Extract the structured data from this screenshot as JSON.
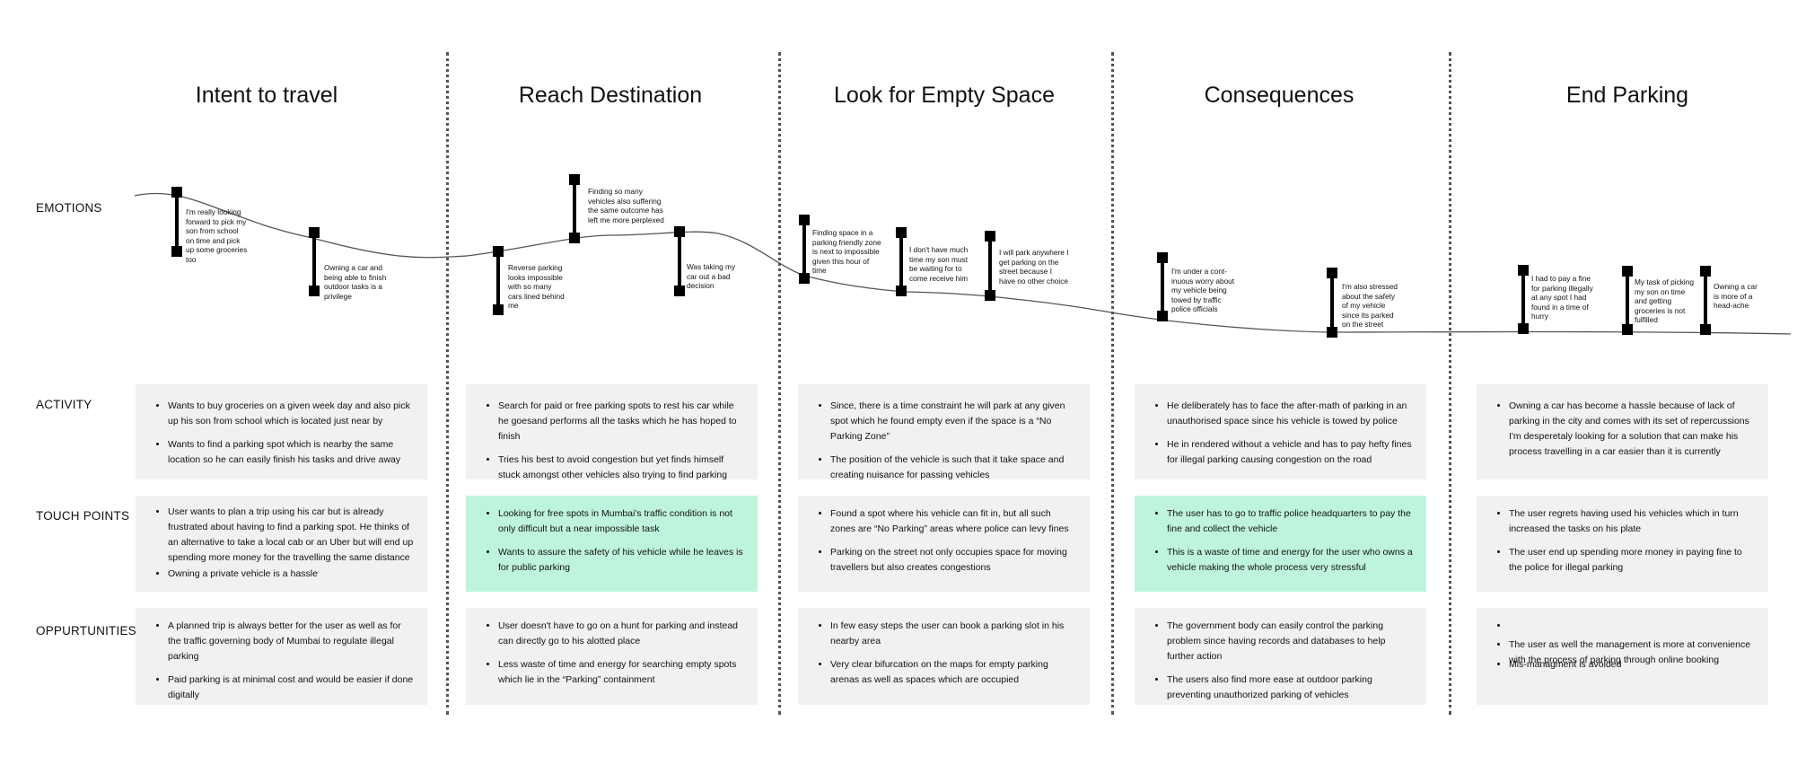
{
  "stages": [
    {
      "title": "Intent to travel"
    },
    {
      "title": "Reach Destination"
    },
    {
      "title": "Look for Empty Space"
    },
    {
      "title": "Consequences"
    },
    {
      "title": "End Parking"
    }
  ],
  "rows": {
    "emotions": "EMOTIONS",
    "activity": "ACTIVITY",
    "touch_points": "TOUCH POINTS",
    "opportunities": "OPPURTUNITIES"
  },
  "emotions": [
    {
      "text": "I'm really looking forward to pick my son from school on time and pick up some groceries too"
    },
    {
      "text": "Owning a car and being able to finish outdoor tasks is a privilege"
    },
    {
      "text": "Reverse parking looks impossible with so many cars lined behind me"
    },
    {
      "text": "Finding so many vehicles also suffering the same outcome has left me more perplexed"
    },
    {
      "text": "Was taking my car out a bad decision"
    },
    {
      "text": "Finding space in a parking friendly zone is next to impossible given this hour of time"
    },
    {
      "text": "I don't have much time my son must be waiting for to come receive him"
    },
    {
      "text": "I will park anywhere I get parking on the street because I have no other choice"
    },
    {
      "text": "I'm under a cont-inuous worry about my vehicle being towed by traffic police officials"
    },
    {
      "text": "I'm also stressed about the safety of my vehicle since its parked on the street"
    },
    {
      "text": "I had to pay a fine for parking illegally at any spot I had found in a time of hurry"
    },
    {
      "text": "My task of picking my son on time and getting groceries is not fulfilled"
    },
    {
      "text": "Owning a car is more of a head-ache"
    }
  ],
  "activity": [
    {
      "items": [
        "Wants to buy groceries on a given week day and also pick up his son from school which is located just near by",
        "Wants to find a parking spot which is nearby the same location so he can easily finish his tasks and drive away"
      ]
    },
    {
      "items": [
        "Search for paid or free parking spots to rest his car while he goesand performs all the tasks which he has hoped to finish",
        "Tries his best to avoid congestion but yet finds himself stuck amongst other vehicles also trying to find parking"
      ]
    },
    {
      "items": [
        "Since, there is a time constraint he will park at any given spot which he found empty even if the space is a “No Parking Zone”",
        "The position of the vehicle is such that it take space and creating nuisance for passing vehicles"
      ]
    },
    {
      "items": [
        "He deliberately has to face the after-math of parking in an unauthorised space since his vehicle is towed by police",
        "He in rendered without a vehicle and has to pay hefty fines for illegal parking causing congestion on the road"
      ]
    },
    {
      "items": [
        "Owning a car has become a hassle because of lack of parking in the city and comes with its set of repercussions  I'm desperetaly looking for a solution that can make his process travelling in a car easier than it is currently"
      ]
    }
  ],
  "touch_points": [
    {
      "items": [
        "User wants to plan a trip using his car but is already frustrated about having to find a parking spot. He thinks of an alternative to take a local cab or an Uber but will end up spending more money for the travelling the same distance",
        "Owning a private vehicle is a hassle"
      ]
    },
    {
      "items": [
        "Looking for free spots in Mumbai's traffic condition is not only difficult but a near impossible task",
        "Wants to assure the safety of his vehicle while he leaves is for public parking"
      ]
    },
    {
      "items": [
        "Found a spot where his vehicle can fit in, but all such zones are “No Parking” areas where police can levy fines",
        "Parking on the street not only occupies space for moving travellers but also creates congestions"
      ]
    },
    {
      "items": [
        "The user has to go to traffic police headquarters to pay the fine and collect the vehicle",
        "This is a waste of time and energy for the user who owns a vehicle making the whole process very stressful"
      ]
    },
    {
      "items": [
        "The user regrets having used his vehicles which in turn increased the tasks on his plate",
        "The user end up spending more money in paying fine to the police for illegal parking"
      ]
    }
  ],
  "opportunities": [
    {
      "items": [
        "A planned trip is always better for the user as well as for the traffic governing body of Mumbai to regulate illegal parking",
        "Paid parking is at minimal cost and would be easier if done digitally"
      ]
    },
    {
      "items": [
        "User doesn't have to go on a hunt for parking and instead can directly go to his alotted place",
        "Less waste of time and energy for searching empty spots which lie in the “Parking” containment"
      ]
    },
    {
      "items": [
        "In few easy steps the user can book a parking slot in his nearby area",
        "Very clear bifurcation on the maps for empty parking arenas as well as spaces which are occupied"
      ]
    },
    {
      "items": [
        "The government body can easily control the parking problem since having records and databases  to help further action",
        "The users also find more ease at outdoor parking preventing unauthorized parking of vehicles"
      ]
    },
    {
      "items": [
        "",
        "The user as well the management is more at convenience with the process of parking through online booking",
        "Mis-managment is avoided"
      ]
    }
  ],
  "colors": {
    "highlight": "#bff4dc",
    "card": "#f1f1f1",
    "marker": "#000000",
    "curve": "#555555"
  }
}
